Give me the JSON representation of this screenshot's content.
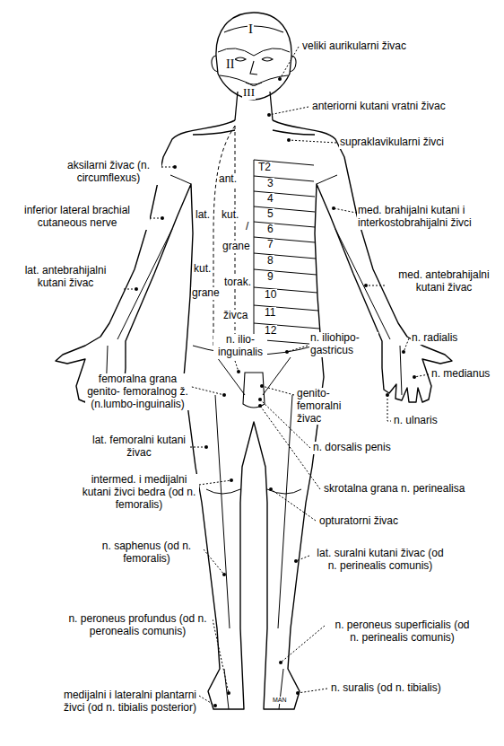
{
  "diagram": {
    "labels": [
      "I",
      "II",
      "III",
      "veliki aurikularni živac",
      "anteriorni kutani vratni živac",
      "supraklavikularni živci",
      "aksilarni živac (n. circumflexus)",
      "inferior lateral brachial cutaneous nerve",
      "T2",
      "3",
      "4",
      "5",
      "6",
      "7",
      "8",
      "9",
      "10",
      "11",
      "12",
      "ant.",
      "lat.",
      "kut.",
      "/",
      "grane",
      "kut.",
      "torak.",
      "grane",
      "živca",
      "med. brahijalni kutani i interkostobrahijalni živci",
      "lat. antebrahijalni kutani živac",
      "med. antebrahijalni kutani živac",
      "n. ilio- inguinalis",
      "n. iliohipo- gastricus",
      "n. radialis",
      "n. medianus",
      "n. ulnaris",
      "femoralna grana genito- femoralnog ž. (n.lumbo-inguinalis)",
      "genito- femoralni živac",
      "lat. femoralni kutani živac",
      "n. dorsalis penis",
      "intermed. i medijalni kutani živci bedra (od n. femoralis)",
      "skrotalna grana n. perinealisa",
      "opturatorni živac",
      "n. saphenus (od n. femoralis)",
      "lat. suralni kutani živac (od n. perinealis comunis)",
      "n. peroneus profundus (od n. peronealis comunis)",
      "n. peroneus superficialis (od n. perinealis comunis)",
      "n. suralis (od n. tibialis)",
      "medijalni i lateralni plantarni živci (od n. tibialis posterior)",
      "MAN"
    ]
  }
}
